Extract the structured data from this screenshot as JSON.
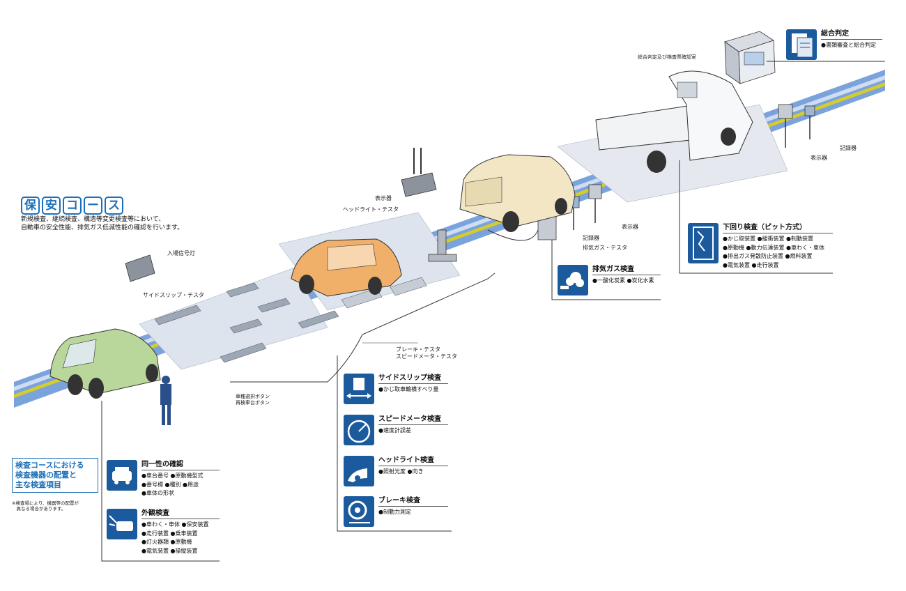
{
  "course": {
    "title_chars": [
      "保",
      "安",
      "コ",
      "ー",
      "ス"
    ],
    "description": "新規検査、継続検査、構造等変更検査等において、\n自動車の安全性能、排気ガス低減性能の確認を行います。"
  },
  "legend": {
    "title": "検査コースにおける\n検査機器の配置と\n主な検査項目",
    "note": "※検査場により、機器等の配置が\n　異なる場合があります。"
  },
  "labels": {
    "entry_signal": "入場信号灯",
    "side_slip_tester": "サイドスリップ・テスタ",
    "display_unit_left": "表示器",
    "headlight_tester": "ヘッドライト・テスタ",
    "brake_speed_tester": "ブレーキ・テスタ\nスピードメータ・テスタ",
    "buttons": "車種選択ボタン\n再検車台ボタン",
    "recorder_mid": "記録器",
    "display_unit_mid": "表示器",
    "exhaust_tester": "排気ガス・テスタ",
    "display_unit_right": "表示器",
    "recorder_right": "記録器",
    "booth": "総合判定及び検査票確認室"
  },
  "inspections": {
    "identity": {
      "title": "同一性の確認",
      "items": "●車台番号 ●原動機型式\n●番号標 ●種別 ●用途\n●車体の形状"
    },
    "exterior": {
      "title": "外観検査",
      "items": "●車わく・車体 ●保安装置\n●走行装置 ●乗車装置\n●灯火器類 ●原動機\n●電気装置 ●操縦装置"
    },
    "sideslip": {
      "title": "サイドスリップ検査",
      "items": "●かじ取車輪横すべり量"
    },
    "speedometer": {
      "title": "スピードメータ検査",
      "items": "●速度計誤差"
    },
    "headlight": {
      "title": "ヘッドライト検査",
      "items": "●照射光度 ●向き"
    },
    "brake": {
      "title": "ブレーキ検査",
      "items": "●制動力測定"
    },
    "exhaust": {
      "title": "排気ガス検査",
      "items": "●一酸化炭素 ●炭化水素"
    },
    "underbody": {
      "title": "下回り検査（ピット方式）",
      "items": "●かじ取装置 ●緩衝装置 ●制動装置\n●原動機 ●動力伝達装置 ●車わく・車体\n●排出ガス発散防止装置 ●燃料装置\n●電気装置 ●走行装置"
    },
    "overall": {
      "title": "総合判定",
      "items": "●書類審査と総合判定"
    }
  },
  "colors": {
    "accent_blue": "#1b6fb8",
    "icon_blue": "#1c5a9e",
    "lane_blue": "#6f9ad6",
    "lane_yellow": "#d8cc2a",
    "green_car": "#b9d79a",
    "orange_car": "#f0b06a",
    "cream_van": "#f2e6c4"
  },
  "icons": [
    "car-front-icon",
    "car-light-icon",
    "sideslip-icon",
    "speedometer-icon",
    "headlight-icon",
    "brake-icon",
    "exhaust-icon",
    "pit-icon",
    "document-icon"
  ]
}
